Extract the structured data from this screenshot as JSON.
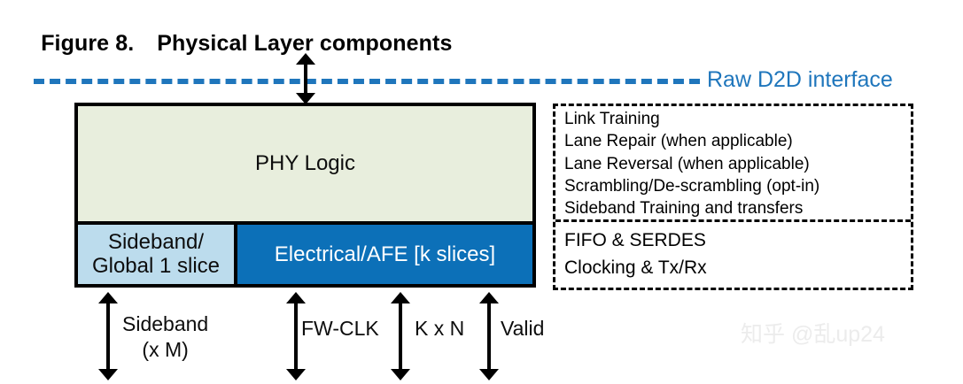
{
  "figure": {
    "number": "Figure 8.",
    "title": "Physical Layer components"
  },
  "interface": {
    "raw_d2d_label": "Raw D2D interface",
    "line_color": "#1f76bc"
  },
  "phy": {
    "logic_label": "PHY Logic",
    "logic_fill": "#e8eedd",
    "sideband_line1": "Sideband/",
    "sideband_line2": "Global 1 slice",
    "sideband_fill": "#bcdced",
    "afe_label": "Electrical/AFE [k slices]",
    "afe_fill": "#0c70b8"
  },
  "features": {
    "upper": [
      "Link Training",
      "Lane Repair (when applicable)",
      "Lane Reversal (when applicable)",
      "Scrambling/De-scrambling (opt-in)",
      "Sideband Training and transfers"
    ],
    "lower": [
      "FIFO & SERDES",
      "Clocking & Tx/Rx"
    ]
  },
  "signals": {
    "sideband_line1": "Sideband",
    "sideband_line2": "(x M)",
    "fwclk": "FW-CLK",
    "kxn": "K x N",
    "valid": "Valid"
  },
  "watermark": {
    "text": "知乎 @乱up24"
  }
}
